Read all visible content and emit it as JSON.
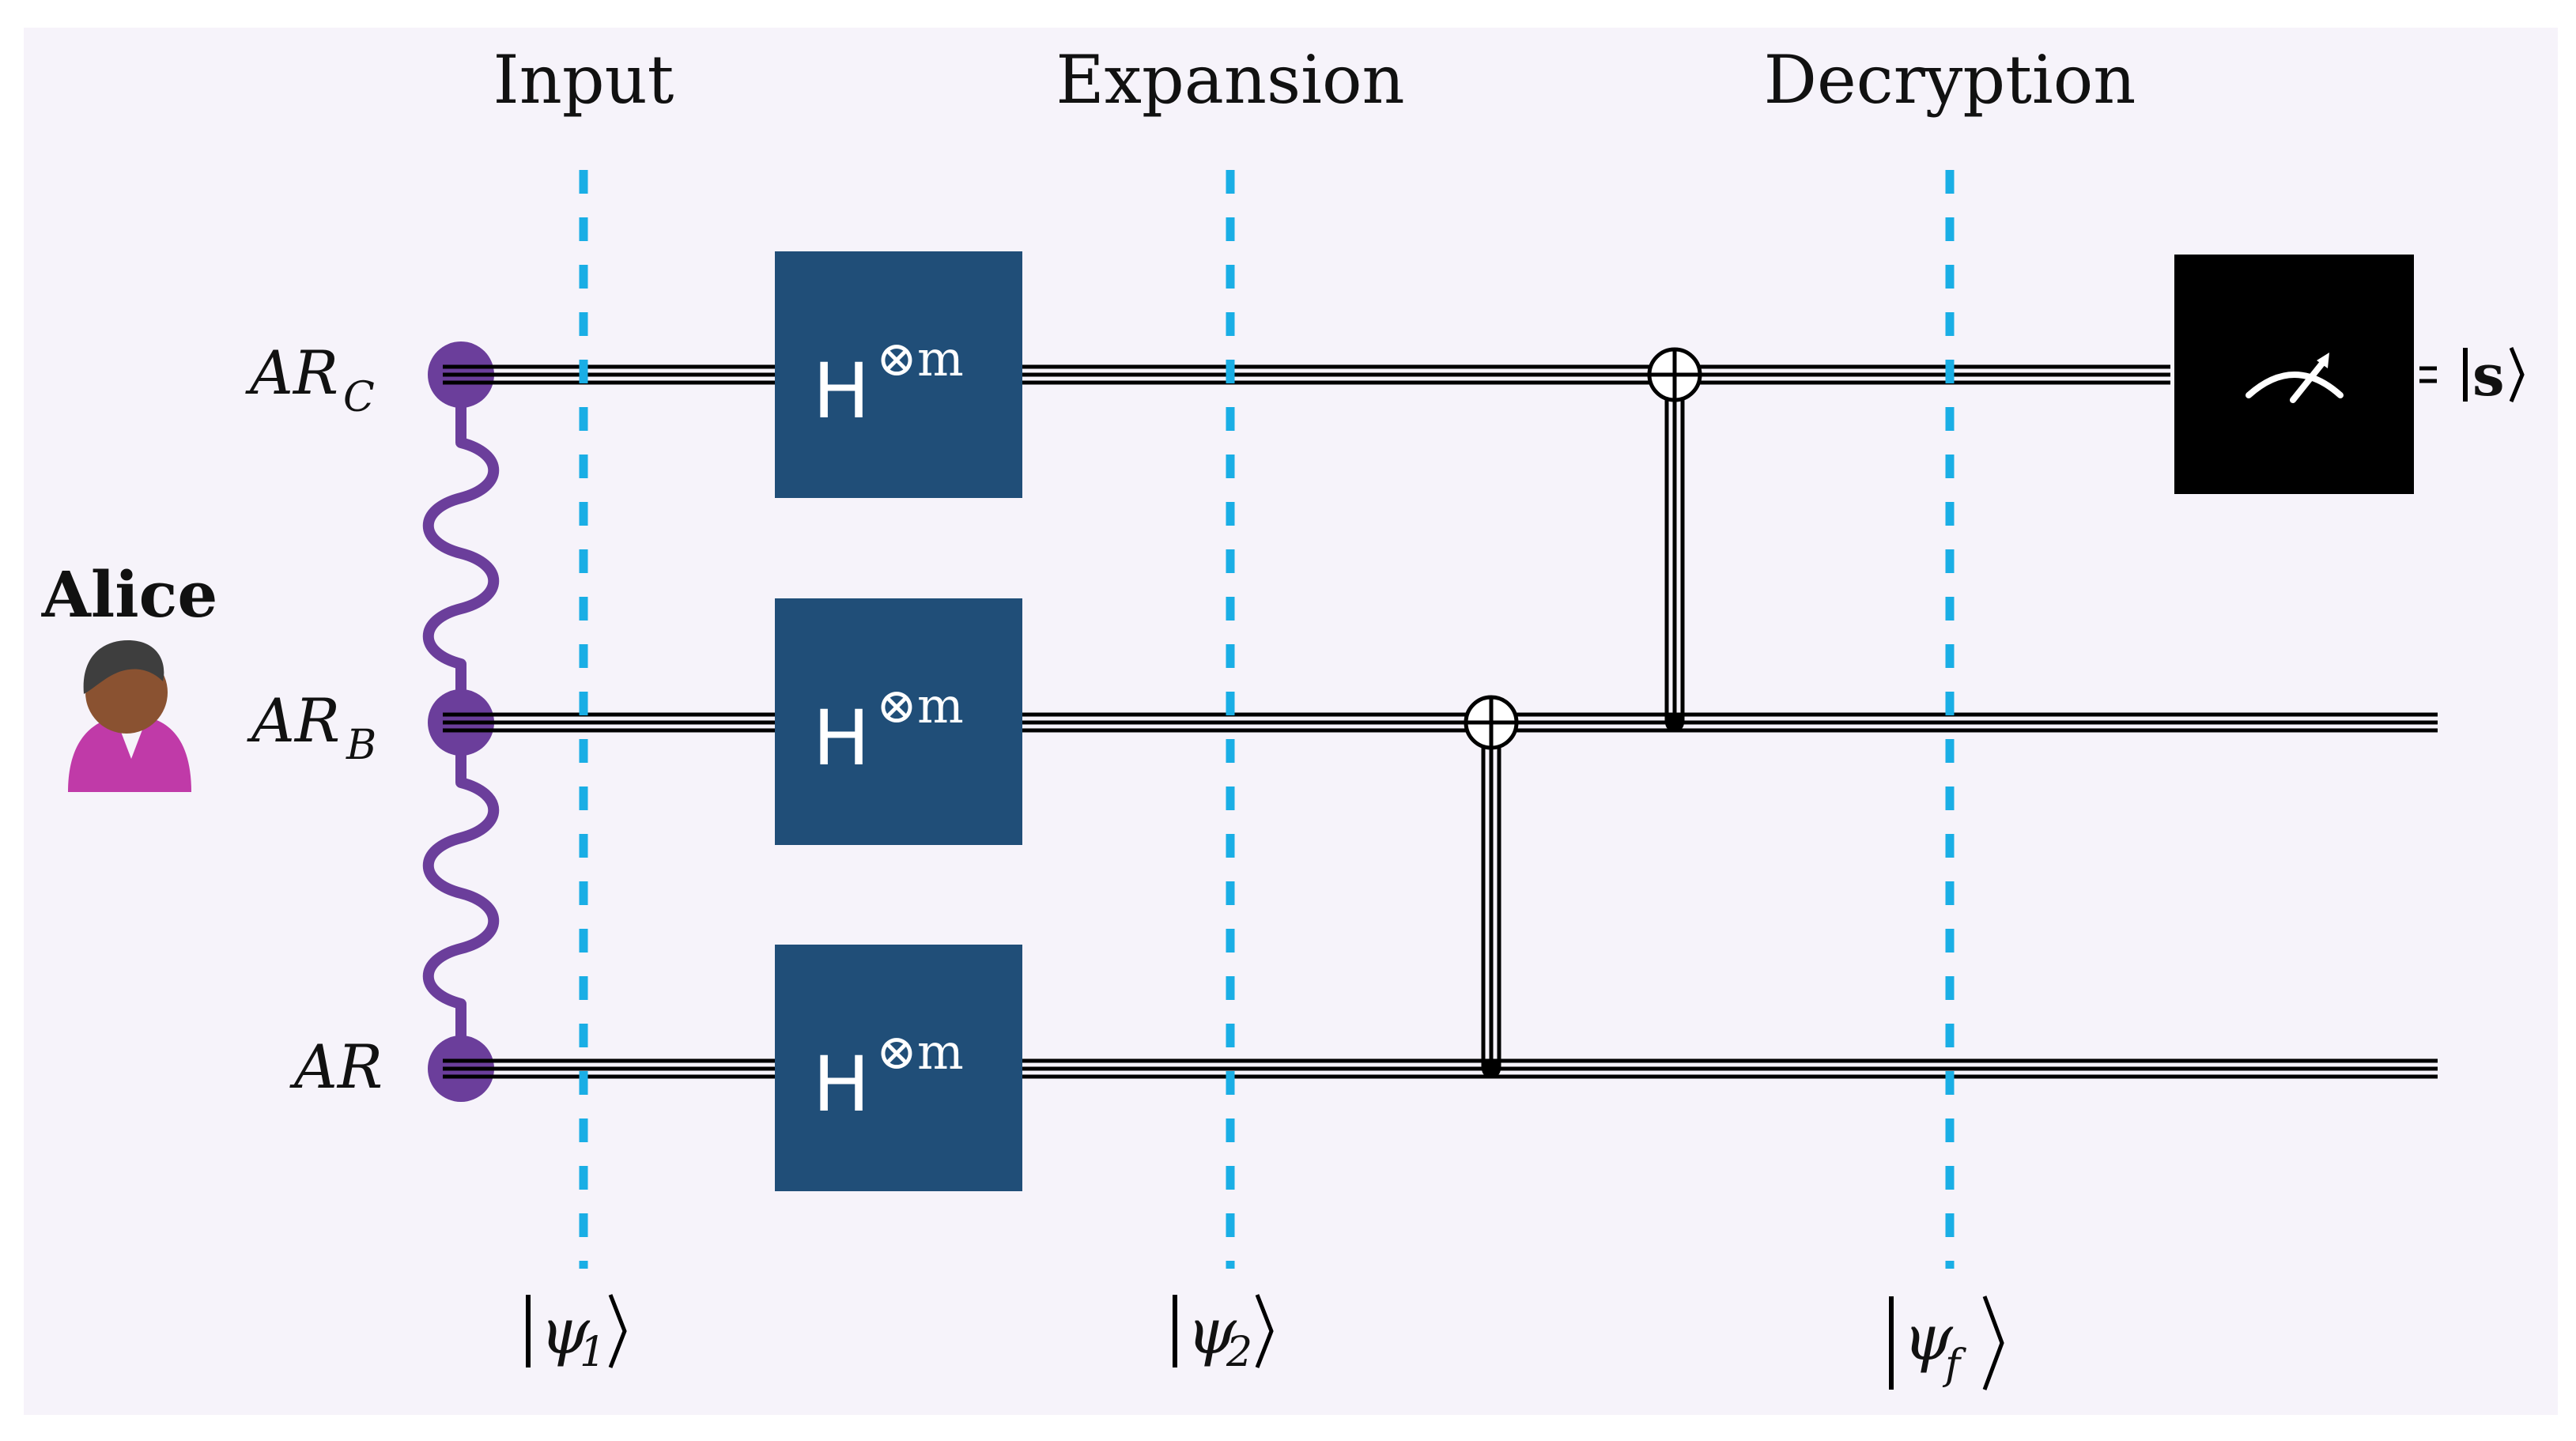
{
  "stages": [
    "Input",
    "Expansion",
    "Decryption"
  ],
  "qubits": [
    {
      "name": "AR",
      "subscript": "C"
    },
    {
      "name": "AR",
      "subscript": "B"
    },
    {
      "name": "AR",
      "subscript": ""
    }
  ],
  "gates": {
    "hadamard": {
      "base": "H",
      "power": "⊗m"
    }
  },
  "states": [
    {
      "symbol": "ψ",
      "subscript": "1"
    },
    {
      "symbol": "ψ",
      "subscript": "2"
    },
    {
      "symbol": "ψ",
      "subscript": "f"
    }
  ],
  "party": {
    "name": "Alice",
    "icon": "person-icon"
  },
  "measurement": {
    "icon": "meter-icon",
    "result": "s"
  },
  "colors": {
    "background": "#f6f3fa",
    "gate": "#204e78",
    "entanglement": "#6b3e9b",
    "divider": "#1aaee5",
    "meter_box": "#000000",
    "wire": "#000000"
  }
}
